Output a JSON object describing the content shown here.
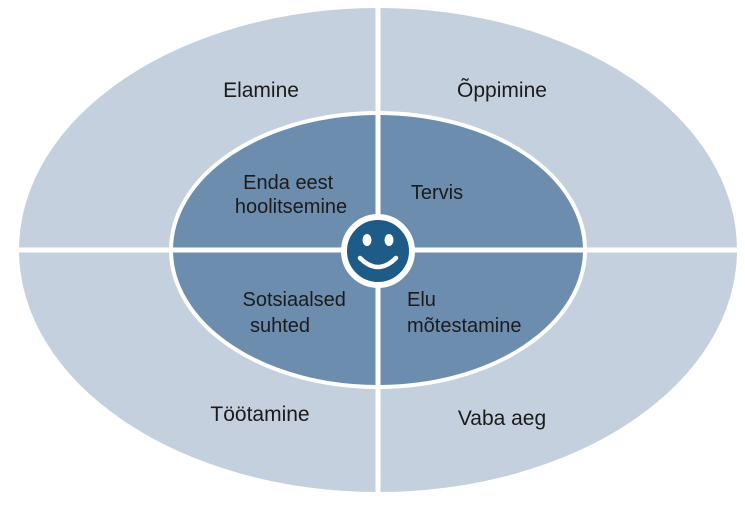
{
  "colors": {
    "outer_ring": "#c4d0de",
    "inner_ring": "#6d8daf",
    "center_circle": "#1e5b86",
    "divider": "#ffffff",
    "smiley": "#ffffff",
    "text": "#1b1b1b"
  },
  "outer_ring": {
    "top_left": "Elamine",
    "top_right": "Õppimine",
    "bottom_left": "Töötamine",
    "bottom_right": "Vaba aeg"
  },
  "inner_ring": {
    "top_left": [
      "Enda eest",
      "hoolitsemine"
    ],
    "top_right": [
      "Tervis"
    ],
    "bottom_left": [
      "Sotsiaalsed",
      "suhted"
    ],
    "bottom_right": [
      "Elu",
      "mõtestamine"
    ]
  },
  "center": {
    "icon": "smiley-face-icon"
  }
}
